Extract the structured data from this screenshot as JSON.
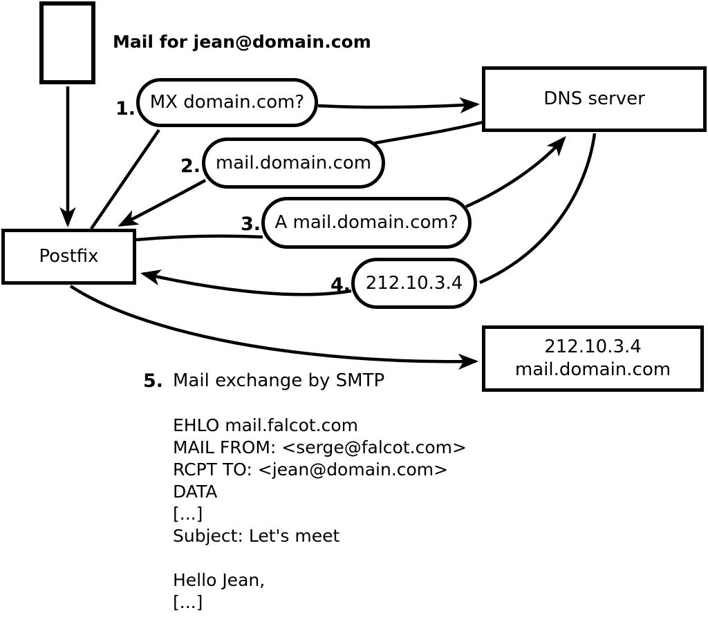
{
  "diagram": {
    "title": "Mail for jean@domain.com",
    "nodes": {
      "postfix": {
        "label": "Postfix"
      },
      "dns_server": {
        "label": "DNS server"
      },
      "mail_server": {
        "line1": "212.10.3.4",
        "line2": "mail.domain.com"
      }
    },
    "steps": [
      {
        "num": "1.",
        "label": "MX domain.com?"
      },
      {
        "num": "2.",
        "label": "mail.domain.com"
      },
      {
        "num": "3.",
        "label": "A mail.domain.com?"
      },
      {
        "num": "4.",
        "label": "212.10.3.4"
      },
      {
        "num": "5.",
        "label": "Mail exchange by SMTP"
      }
    ],
    "smtp_transcript": "EHLO mail.falcot.com\nMAIL FROM: <serge@falcot.com>\nRCPT TO: <jean@domain.com>\nDATA\n[...]\nSubject: Let's meet\n\nHello Jean,\n[...]\n\n.",
    "colors": {
      "ink": "#000000",
      "paper": "#ffffff"
    }
  }
}
